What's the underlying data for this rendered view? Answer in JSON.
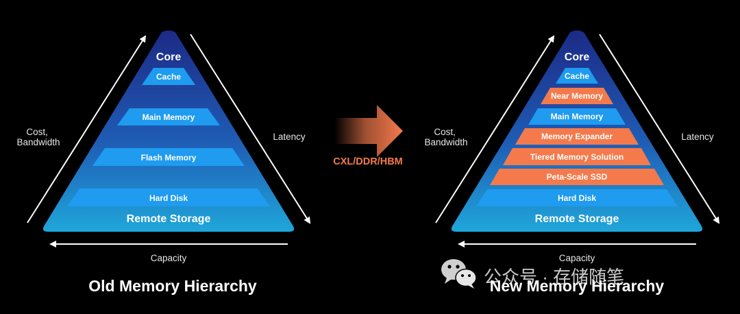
{
  "colors": {
    "background": "#000000",
    "tier_blue": "#1f9bf0",
    "tier_orange": "#f47a4c",
    "pyramid_top": "#1c2a86",
    "pyramid_bottom": "#1fa4d8",
    "connector_text": "#f47a4c",
    "arrow_line": "#ffffff"
  },
  "old_hierarchy": {
    "title": "Old Memory Hierarchy",
    "apex_label": "Core",
    "base_label": "Remote Storage",
    "left_axis_label_line1": "Cost,",
    "left_axis_label_line2": "Bandwidth",
    "right_axis_label": "Latency",
    "bottom_axis_label": "Capacity",
    "tiers": [
      {
        "label": "Cache",
        "color": "blue"
      },
      {
        "label": "Main Memory",
        "color": "blue"
      },
      {
        "label": "Flash Memory",
        "color": "blue"
      },
      {
        "label": "Hard Disk",
        "color": "blue"
      }
    ]
  },
  "connector": {
    "label": "CXL/DDR/HBM",
    "arrow_icon": "right-arrow-icon"
  },
  "new_hierarchy": {
    "title": "New Memory Hierarchy",
    "apex_label": "Core",
    "base_label": "Remote Storage",
    "left_axis_label_line1": "Cost,",
    "left_axis_label_line2": "Bandwidth",
    "right_axis_label": "Latency",
    "bottom_axis_label": "Capacity",
    "tiers": [
      {
        "label": "Cache",
        "color": "blue"
      },
      {
        "label": "Near Memory",
        "color": "orange"
      },
      {
        "label": "Main Memory",
        "color": "blue"
      },
      {
        "label": "Memory Expander",
        "color": "orange"
      },
      {
        "label": "Tiered Memory Solution",
        "color": "orange"
      },
      {
        "label": "Peta-Scale SSD",
        "color": "orange"
      },
      {
        "label": "Hard Disk",
        "color": "blue"
      }
    ]
  },
  "watermark": {
    "text": "公众号 · 存储随笔",
    "icon": "wechat-icon"
  }
}
